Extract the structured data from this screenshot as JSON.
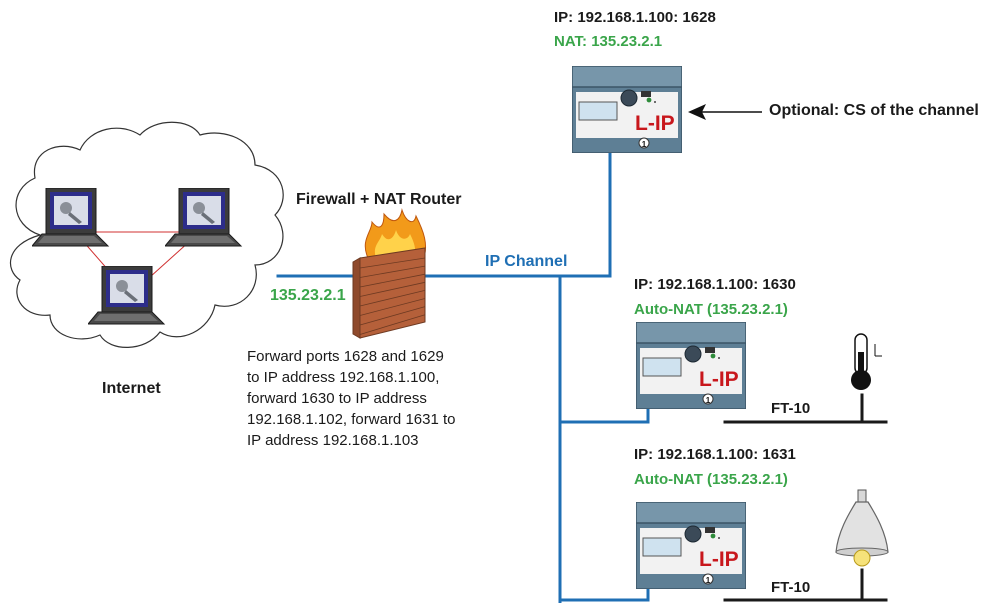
{
  "colors": {
    "network_line": "#1f6fb4",
    "ft_line": "#1a1a1a",
    "green_text": "#3aa54a",
    "device_body": "#5e7f95",
    "device_top": "#7796aa",
    "device_face": "#f2f2f2",
    "lip_logo": "#c8171c",
    "brick": "#b5603a",
    "flame": "#f29a1a",
    "cloud_fill": "#ffffff",
    "internet_links": "#d03030"
  },
  "internet": {
    "label": "Internet",
    "laptops": 3,
    "laptop_icon": "laptop-icon"
  },
  "firewall": {
    "title": "Firewall + NAT Router",
    "public_ip": "135.23.2.1",
    "icon": "firewall-icon",
    "forward_note": [
      "Forward ports 1628 and 1629",
      "to IP address 192.168.1.100,",
      "forward 1630 to IP address",
      "192.168.1.102, forward 1631 to",
      "IP address 192.168.1.103"
    ]
  },
  "channel": {
    "label": "IP Channel"
  },
  "devices": [
    {
      "ip": "IP: 192.168.1.100: 1628",
      "nat": "NAT: 135.23.2.1",
      "logo": "L-IP",
      "badge": "1"
    },
    {
      "ip": "IP: 192.168.1.100: 1630",
      "nat": "Auto-NAT (135.23.2.1)",
      "logo": "L-IP",
      "badge": "1",
      "ft_label": "FT-10",
      "end_device": "thermometer-icon"
    },
    {
      "ip": "IP: 192.168.1.100: 1631",
      "nat": "Auto-NAT (135.23.2.1)",
      "logo": "L-IP",
      "badge": "1",
      "ft_label": "FT-10",
      "end_device": "lamp-icon"
    }
  ],
  "optional": {
    "label": "Optional: CS of the channel",
    "arrow_icon": "arrow-left-icon"
  }
}
